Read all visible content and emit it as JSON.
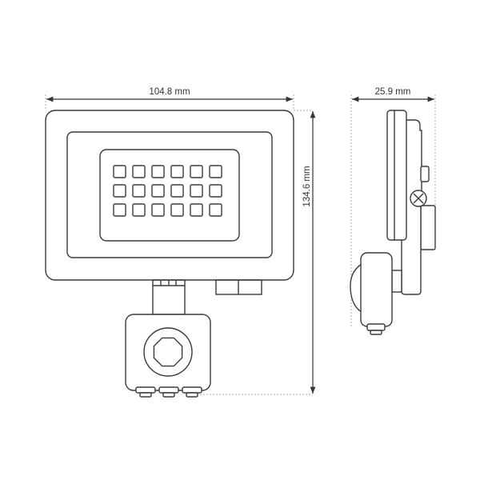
{
  "dimensions": {
    "width": "104.8 mm",
    "height": "134.6 mm",
    "depth": "25.9 mm"
  },
  "front_view": {
    "led_rows": 3,
    "led_columns": 6
  },
  "colors": {
    "line": "#3a3a3a",
    "extension": "#aaaaaa",
    "background": "#ffffff"
  }
}
